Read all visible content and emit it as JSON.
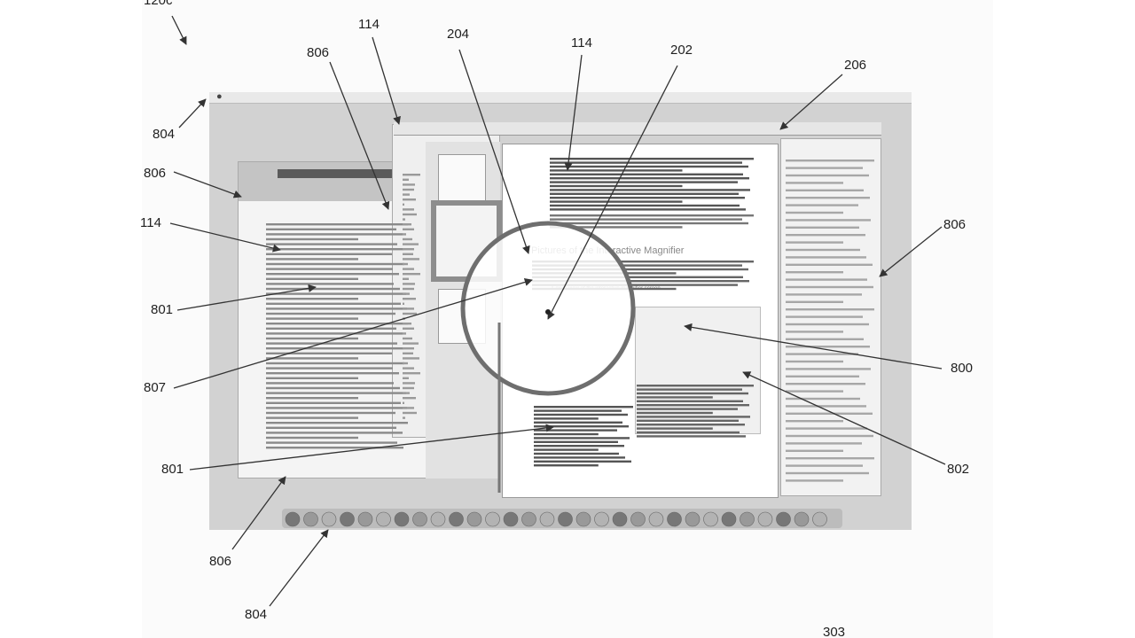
{
  "figure": {
    "label_top_left": "120c",
    "label_bottom": "303"
  },
  "callouts": {
    "c804_top": "804",
    "c806_top": "806",
    "c114_top": "114",
    "c204": "204",
    "c114_mid": "114",
    "c202": "202",
    "c206": "206",
    "c806_left": "806",
    "c114_left": "114",
    "c801_left": "801",
    "c807": "807",
    "c801_bottom": "801",
    "c806_bottom": "806",
    "c804_bottom": "804",
    "c806_right": "806",
    "c800": "800",
    "c802": "802"
  },
  "document": {
    "heading": "Pictures of the Interactive Magnifier",
    "bullet": "A clear view of the interactive magnifier screen"
  },
  "colors": {
    "ink": "#1f1f1f",
    "screen_gray": "#cfcfcf",
    "window_white": "#f7f7f7",
    "loupe": "#6e6e6e"
  },
  "icons": [
    "apple-menu-icon",
    "dock-icon"
  ]
}
